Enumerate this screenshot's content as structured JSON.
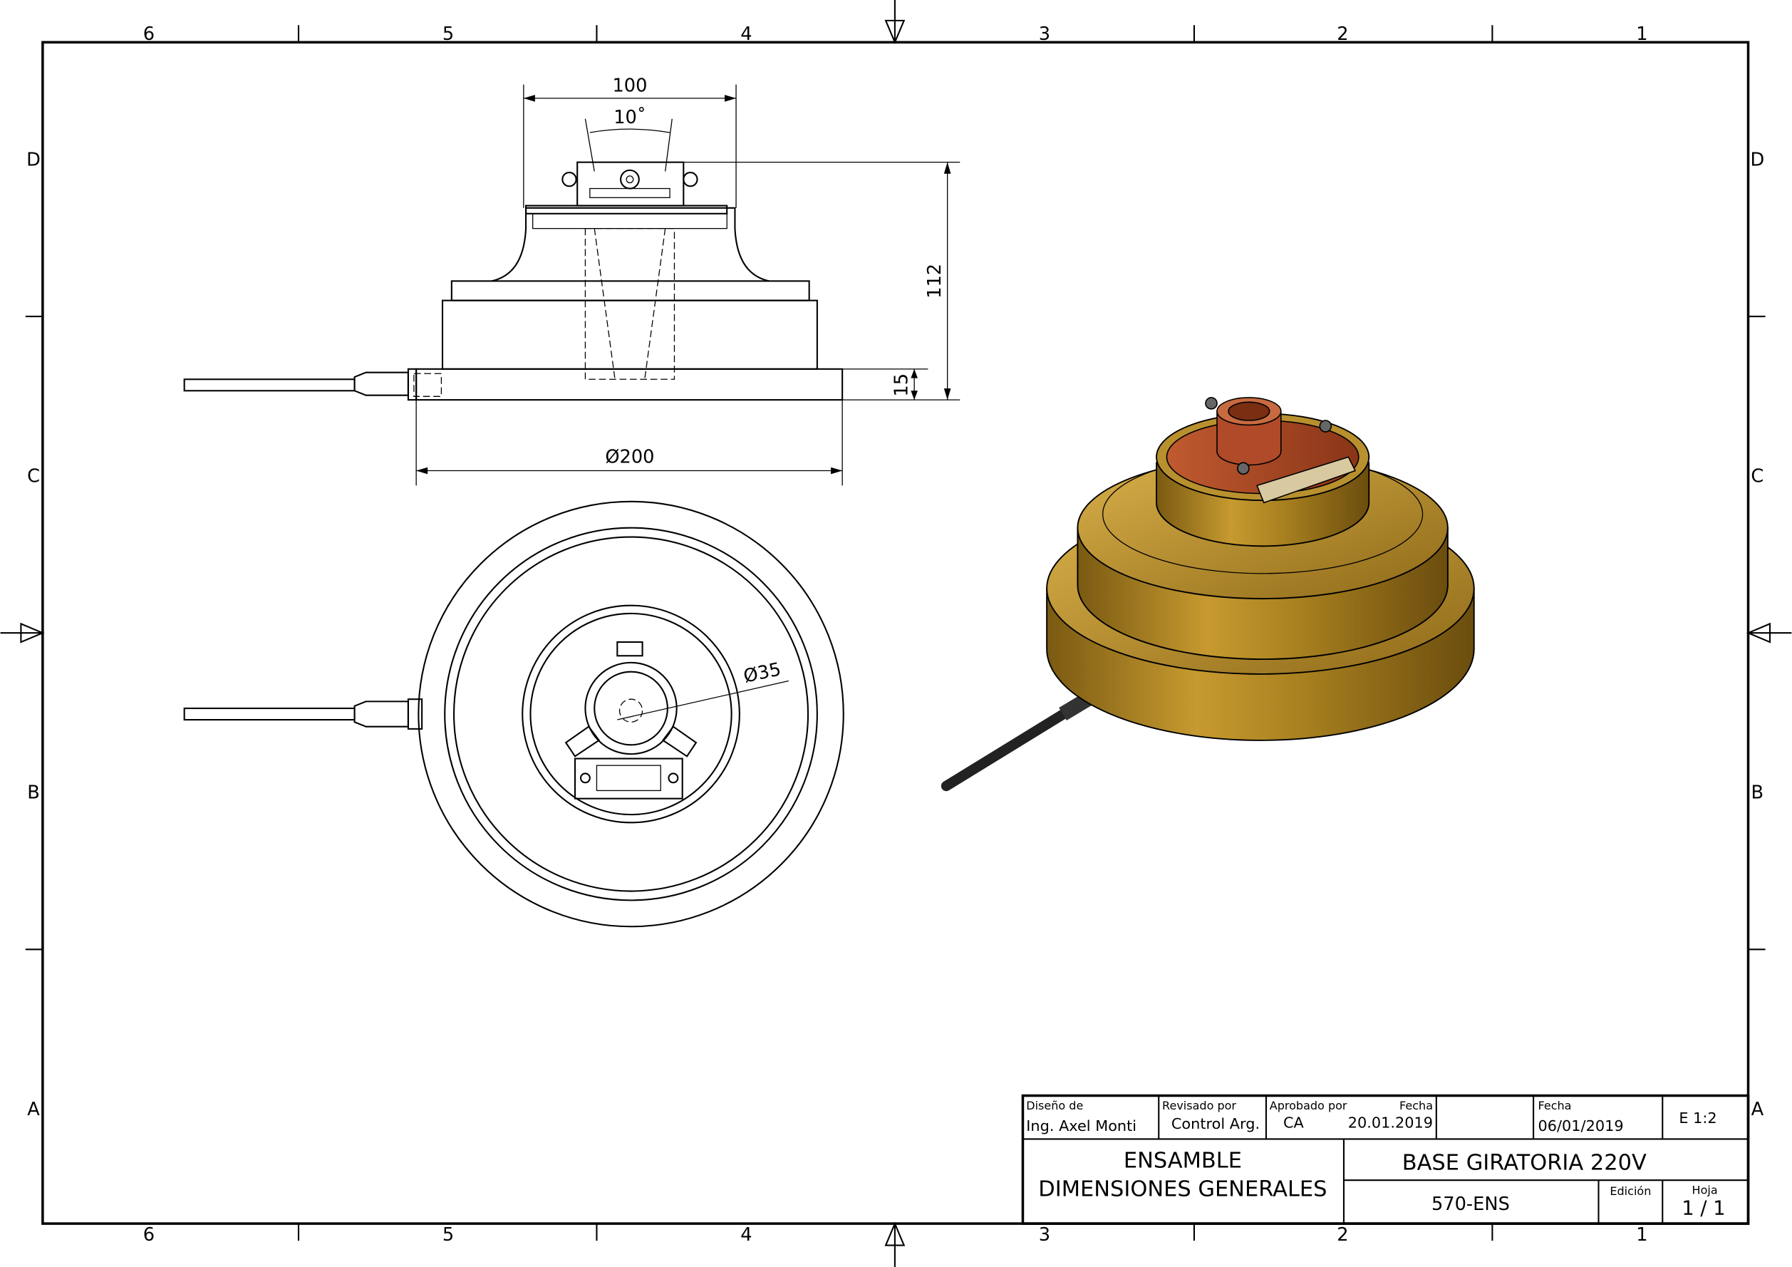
{
  "border": {
    "columns": [
      "6",
      "5",
      "4",
      "3",
      "2",
      "1"
    ],
    "rows": [
      "D",
      "C",
      "B",
      "A"
    ]
  },
  "dimensions": {
    "width_top": "100",
    "angle": "10˚",
    "height_total": "112",
    "base_height": "15",
    "diameter_base": "Ø200",
    "diameter_bore": "Ø35"
  },
  "title_block": {
    "designed_by_label": "Diseño de",
    "designed_by": "Ing. Axel Monti",
    "reviewed_by_label": "Revisado por",
    "reviewed_by": "Control Arg.",
    "approved_by_label": "Aprobado por",
    "approved_by": "CA",
    "approval_date_label": "Fecha",
    "approval_date": "20.01.2019",
    "date_label": "Fecha",
    "date": "06/01/2019",
    "scale": "E 1:2",
    "description_line1": "ENSAMBLE",
    "description_line2": "DIMENSIONES  GENERALES",
    "part_title": "BASE GIRATORIA  220V",
    "drawing_number": "570-ENS",
    "edition_label": "Edición",
    "sheet_label": "Hoja",
    "sheet": "1 / 1"
  },
  "colors": {
    "body_gold": "#a8801f",
    "top_red": "#b04a28",
    "cable": "#222222"
  }
}
